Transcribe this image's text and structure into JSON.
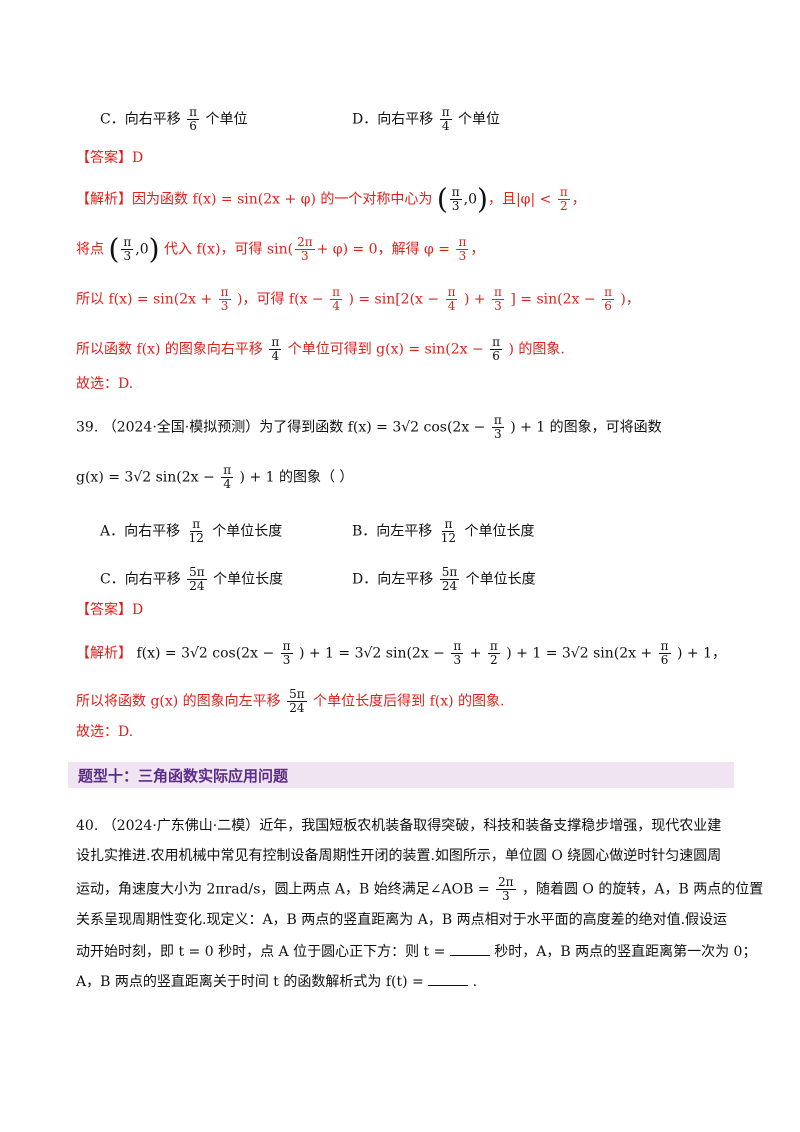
{
  "q38_tail": {
    "optC": {
      "label": "C．向右平移",
      "frac_num": "π",
      "frac_den": "6",
      "tail": "个单位"
    },
    "optD": {
      "label": "D．向右平移",
      "frac_num": "π",
      "frac_den": "4",
      "tail": "个单位"
    },
    "answer_label": "【答案】D",
    "analysis_label": "【解析】",
    "analysis_l1": "因为函数 f(x) = sin(2x + φ) 的一个对称中心为",
    "analysis_l1_point_num": "π",
    "analysis_l1_point_den": "3",
    "analysis_l1_point_tail": ",0",
    "analysis_l1_b": "，且|φ| <",
    "analysis_l1_b_num": "π",
    "analysis_l1_b_den": "2",
    "analysis_l2_a": "将点",
    "analysis_l2_pt_num": "π",
    "analysis_l2_pt_den": "3",
    "analysis_l2_pt_tail": ",0",
    "analysis_l2_b": "代入 f(x)，可得 sin(",
    "analysis_l2_frac_num": "2π",
    "analysis_l2_frac_den": "3",
    "analysis_l2_c": "+ φ) = 0，解得 φ =",
    "analysis_l2_phi_num": "π",
    "analysis_l2_phi_den": "3",
    "analysis_l3_a": "所以 f(x) = sin(2x +",
    "analysis_l3_num1": "π",
    "analysis_l3_den1": "3",
    "analysis_l3_b": ")，可得 f(x −",
    "analysis_l3_num2": "π",
    "analysis_l3_den2": "4",
    "analysis_l3_c": ") = sin[2(x −",
    "analysis_l3_num3": "π",
    "analysis_l3_den3": "4",
    "analysis_l3_d": ") +",
    "analysis_l3_num4": "π",
    "analysis_l3_den4": "3",
    "analysis_l3_e": "] = sin(2x −",
    "analysis_l3_num5": "π",
    "analysis_l3_den5": "6",
    "analysis_l3_f": ")，",
    "analysis_l4_a": "所以函数 f(x) 的图象向右平移",
    "analysis_l4_num": "π",
    "analysis_l4_den": "4",
    "analysis_l4_b": "个单位可得到 g(x) = sin(2x −",
    "analysis_l4_num2": "π",
    "analysis_l4_den2": "6",
    "analysis_l4_c": ") 的图象.",
    "choose": "故选：D."
  },
  "q39": {
    "stem_a": "39.  （2024·全国·模拟预测）为了得到函数 f(x) = 3√2 cos(2x −",
    "stem_num": "π",
    "stem_den": "3",
    "stem_b": ") + 1 的图象，可将函数",
    "stem2_a": "g(x) = 3√2 sin(2x −",
    "stem2_num": "π",
    "stem2_den": "4",
    "stem2_b": ") + 1 的图象（    ）",
    "optA": {
      "label": "A．向右平移",
      "num": "π",
      "den": "12",
      "tail": "个单位长度"
    },
    "optB": {
      "label": "B．向左平移",
      "num": "π",
      "den": "12",
      "tail": "个单位长度"
    },
    "optC": {
      "label": "C．向右平移",
      "num": "5π",
      "den": "24",
      "tail": "个单位长度"
    },
    "optD": {
      "label": "D．向左平移",
      "num": "5π",
      "den": "24",
      "tail": "个单位长度"
    },
    "answer_label": "【答案】D",
    "analysis_label": "【解析】",
    "an1_a": "f(x) = 3√2 cos(2x −",
    "an1_n1": "π",
    "an1_d1": "3",
    "an1_b": ") + 1 = 3√2 sin(2x −",
    "an1_n2": "π",
    "an1_d2": "3",
    "an1_c": "+",
    "an1_n3": "π",
    "an1_d3": "2",
    "an1_d": ") + 1 = 3√2 sin(2x +",
    "an1_n4": "π",
    "an1_d4": "6",
    "an1_e": ") + 1，",
    "an2_a": "所以将函数 g(x) 的图象向左平移",
    "an2_num": "5π",
    "an2_den": "24",
    "an2_b": "个单位长度后得到 f(x) 的图象.",
    "choose": "故选：D."
  },
  "section_heading": "题型十：三角函数实际应用问题",
  "q40": {
    "l1": "40.  （2024·广东佛山·二模）近年，我国短板农机装备取得突破，科技和装备支撑稳步增强，现代农业建",
    "l2": "设扎实推进.农用机械中常见有控制设备周期性开闭的装置.如图所示，单位圆 O 绕圆心做逆时针匀速圆周",
    "l3_a": "运动，角速度大小为 2πrad/s，圆上两点 A，B 始终满足∠AOB =",
    "l3_num": "2π",
    "l3_den": "3",
    "l3_b": "，随着圆 O 的旋转，A，B 两点的位置",
    "l4": "关系呈现周期性变化.现定义：A，B 两点的竖直距离为 A，B 两点相对于水平面的高度差的绝对值.假设运",
    "l5_a": "动开始时刻，即 t = 0 秒时，点 A 位于圆心正下方：则 t =",
    "l5_b": "秒时，A，B 两点的竖直距离第一次为 0；",
    "l6_a": "A，B 两点的竖直距离关于时间 t 的函数解析式为 f(t) =",
    "l6_b": "."
  }
}
